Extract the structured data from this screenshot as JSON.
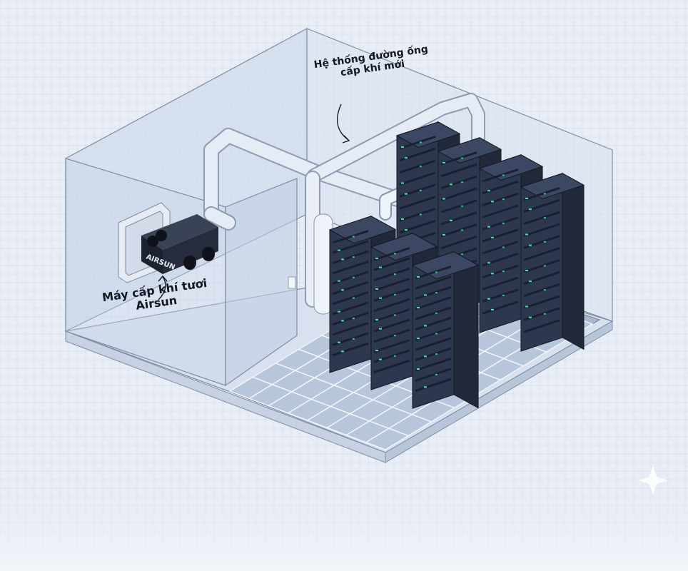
{
  "labels": {
    "duct_line1": "Hệ thống đường ống",
    "duct_line2": "cấp khí mới",
    "unit_line1": "Máy cấp khí tươi",
    "unit_line2": "Airsun"
  },
  "device": {
    "brand": "AIRSUN"
  },
  "colors": {
    "background": "#e9eef6",
    "grid": "#cfd8e6",
    "room_line": "#7f8da6",
    "room_fill": "#c9d6ea",
    "rack_dark": "#22293a",
    "rack_mid": "#2e3750",
    "rack_light": "#3c4763",
    "led_green": "#3ee7b0",
    "floor_tile": "#b8c6dc",
    "duct": "#dfe6f2"
  },
  "icons": {
    "decor_corner": "sparkle-icon"
  }
}
